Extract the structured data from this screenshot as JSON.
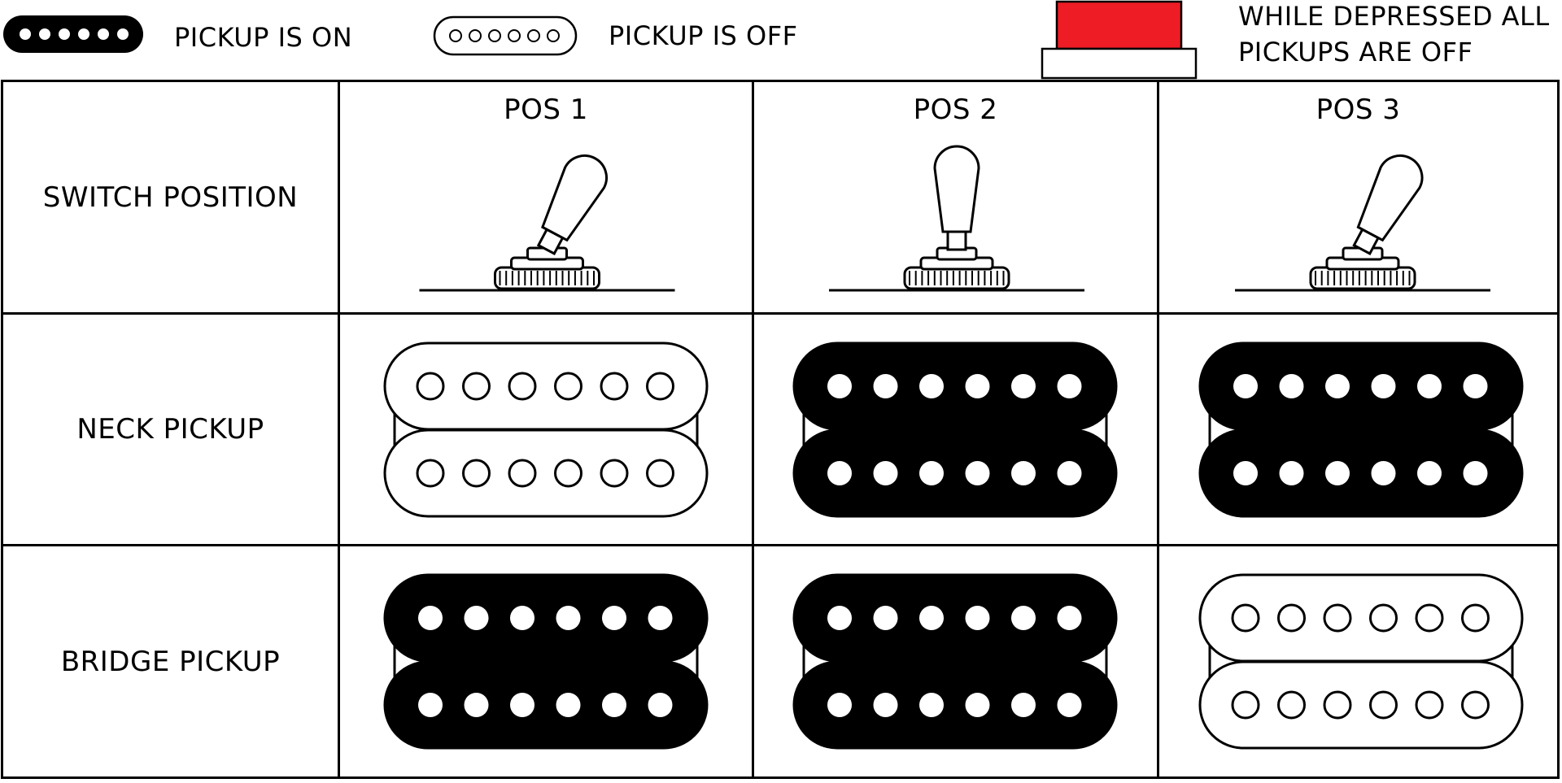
{
  "legend": {
    "on_label": "PICKUP IS ON",
    "off_label": "PICKUP IS OFF",
    "button_note_line1": "WHILE DEPRESSED ALL",
    "button_note_line2": "PICKUPS ARE OFF",
    "button_color": "#ee1c25"
  },
  "table": {
    "row_labels": {
      "switch": "SWITCH POSITION",
      "neck": "NECK PICKUP",
      "bridge": "BRIDGE PICKUP"
    },
    "positions": [
      {
        "label": "POS 1",
        "toggle": "left",
        "neck": "off",
        "bridge": "on"
      },
      {
        "label": "POS 2",
        "toggle": "center",
        "neck": "on",
        "bridge": "on"
      },
      {
        "label": "POS 3",
        "toggle": "left",
        "neck": "on",
        "bridge": "off"
      }
    ]
  }
}
